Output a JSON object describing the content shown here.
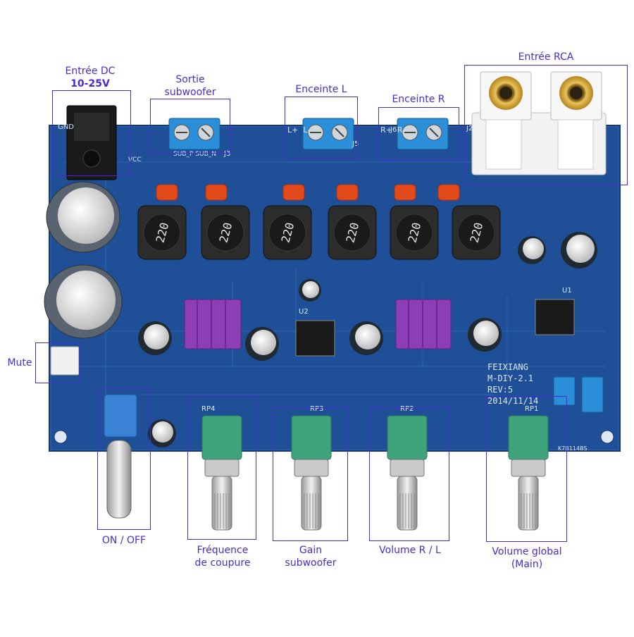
{
  "callouts": {
    "entree_dc": {
      "line1": "Entrée DC",
      "line2": "10-25V"
    },
    "sortie_sub": {
      "line1": "Sortie",
      "line2": "subwoofer"
    },
    "enceinte_l": "Enceinte L",
    "enceinte_r": "Enceinte R",
    "entree_rca": "Entrée RCA",
    "mute": "Mute",
    "on_off": "ON / OFF",
    "frequence": {
      "line1": "Fréquence",
      "line2": "de coupure"
    },
    "gain_sub": {
      "line1": "Gain",
      "line2": "subwoofer"
    },
    "volume_rl": "Volume R / L",
    "volume_global": {
      "line1": "Volume global",
      "line2": "(Main)"
    }
  },
  "silkscreen": {
    "brand": "FEIXIANG",
    "model": "M-DIY-2.1",
    "rev": "REV:5",
    "date": "2014/11/14",
    "inductor_value": "220",
    "terminal_sub": "SUB_P SUB_N",
    "terminal_l": "L+  L-",
    "terminal_r": "R+  R-",
    "j5": "J5",
    "j6": "J6",
    "j2": "J2",
    "j3": "J3",
    "gnd": "GND",
    "vcc": "VCC",
    "u1": "U1",
    "u2": "U2",
    "rp1": "RP1",
    "rp2": "RP2",
    "rp3": "RP3",
    "rp4": "RP4",
    "batch": "K7B114BS"
  },
  "colors": {
    "accent": "#4a2bd1",
    "pcb": "#1f4f97",
    "pcb_dark": "#163a73",
    "terminal": "#2a8fd8",
    "heatsink": "#8e3fb8",
    "pot": "#3fa37c",
    "capacitor_red": "#e24a1c"
  }
}
